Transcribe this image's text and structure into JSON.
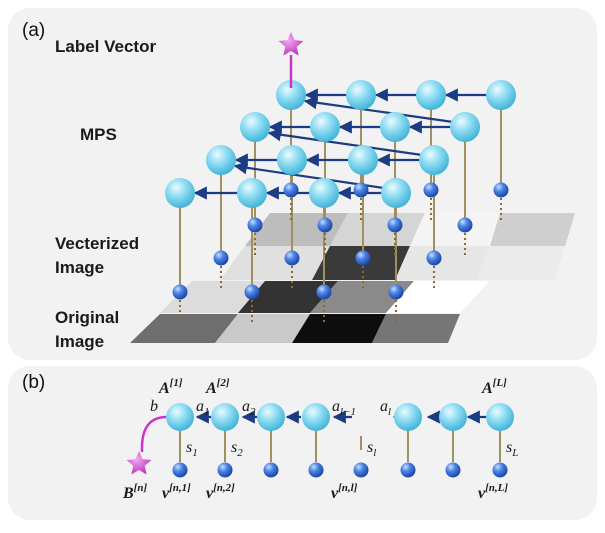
{
  "panel_a": {
    "label": "(a)",
    "side_labels": {
      "label_vector": "Label Vector",
      "mps": "MPS",
      "vectorized_line1": "Vecterized",
      "vectorized_line2": "Image",
      "original_line1": "Original",
      "original_line2": "Image"
    }
  },
  "panel_b": {
    "label": "(b)",
    "tensors": {
      "A1": "1",
      "A2": "2",
      "AL": "L"
    },
    "bonds": {
      "b": "b",
      "a1": "1",
      "a2": "2",
      "al_minus": "l−1",
      "al": "l"
    },
    "physical": {
      "s1": "1",
      "s2": "2",
      "sl": "l",
      "sL": "L"
    },
    "vectors": {
      "B": "n",
      "v1": "n,1",
      "v2": "n,2",
      "vl": "n,l",
      "vL": "n,L"
    },
    "symbols": {
      "A": "A",
      "a": "a",
      "s": "s",
      "B": "B",
      "v": "v"
    }
  },
  "colors": {
    "panel_bg": "#f2f2f2",
    "tensor_node": "#86d9f0",
    "vector_node": "#3a73d8",
    "star": "#cc33cc",
    "bond_arrow": "#1b3b82",
    "leg_line": "#a09060"
  }
}
